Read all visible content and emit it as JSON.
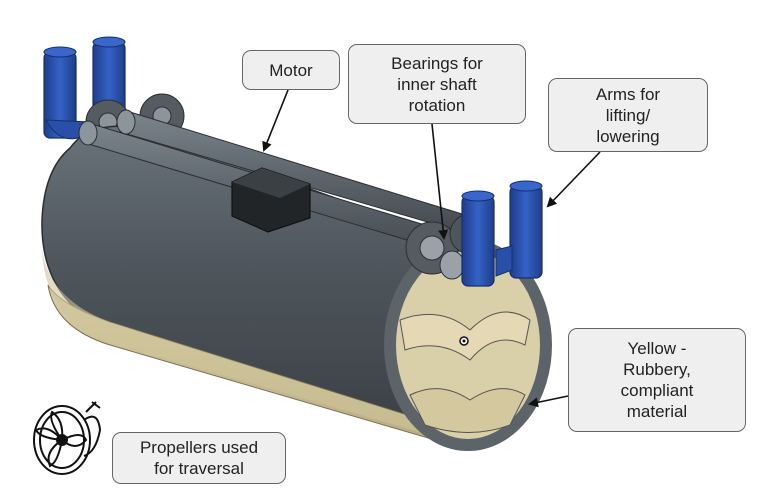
{
  "labels": {
    "motor": "Motor",
    "bearings": "Bearings for\ninner shaft\nrotation",
    "arms": "Arms for\nlifting/\nlowering",
    "yellow": "Yellow -\nRubbery,\ncompliant\nmaterial",
    "propellers": "Propellers used\nfor traversal"
  },
  "colors": {
    "body": "#4e555c",
    "body_dark": "#3a3f44",
    "rubber": "#cfc49a",
    "rubber_light": "#e4d9b4",
    "arm": "#2a4fa8",
    "callout_fill": "#efefef",
    "callout_border": "#666666"
  }
}
